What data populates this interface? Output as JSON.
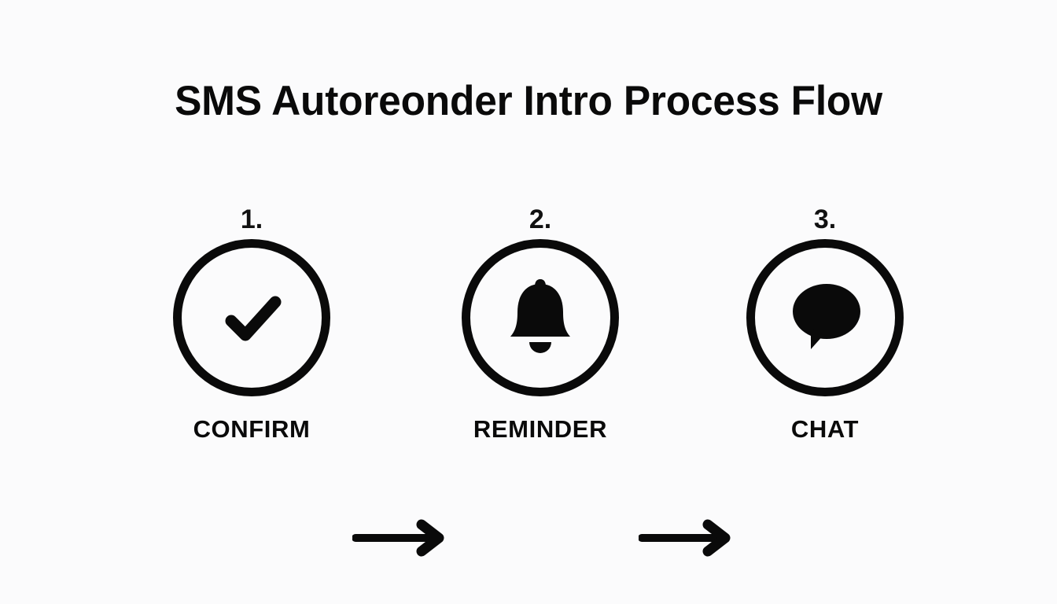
{
  "page": {
    "title": "SMS Autoreonder Intro Process Flow",
    "background_color": "#fbfbfc",
    "foreground_color": "#0a0a0a"
  },
  "flow": {
    "steps": [
      {
        "number": "1.",
        "label": "CONFIRM",
        "icon": "check-icon"
      },
      {
        "number": "2.",
        "label": "REMINDER",
        "icon": "bell-icon"
      },
      {
        "number": "3.",
        "label": "CHAT",
        "icon": "chat-bubble-icon"
      }
    ],
    "connectors": [
      {
        "icon": "arrow-right-icon",
        "from": "CONFIRM",
        "to": "REMINDER"
      },
      {
        "icon": "arrow-right-icon",
        "from": "REMINDER",
        "to": "CHAT"
      }
    ]
  }
}
